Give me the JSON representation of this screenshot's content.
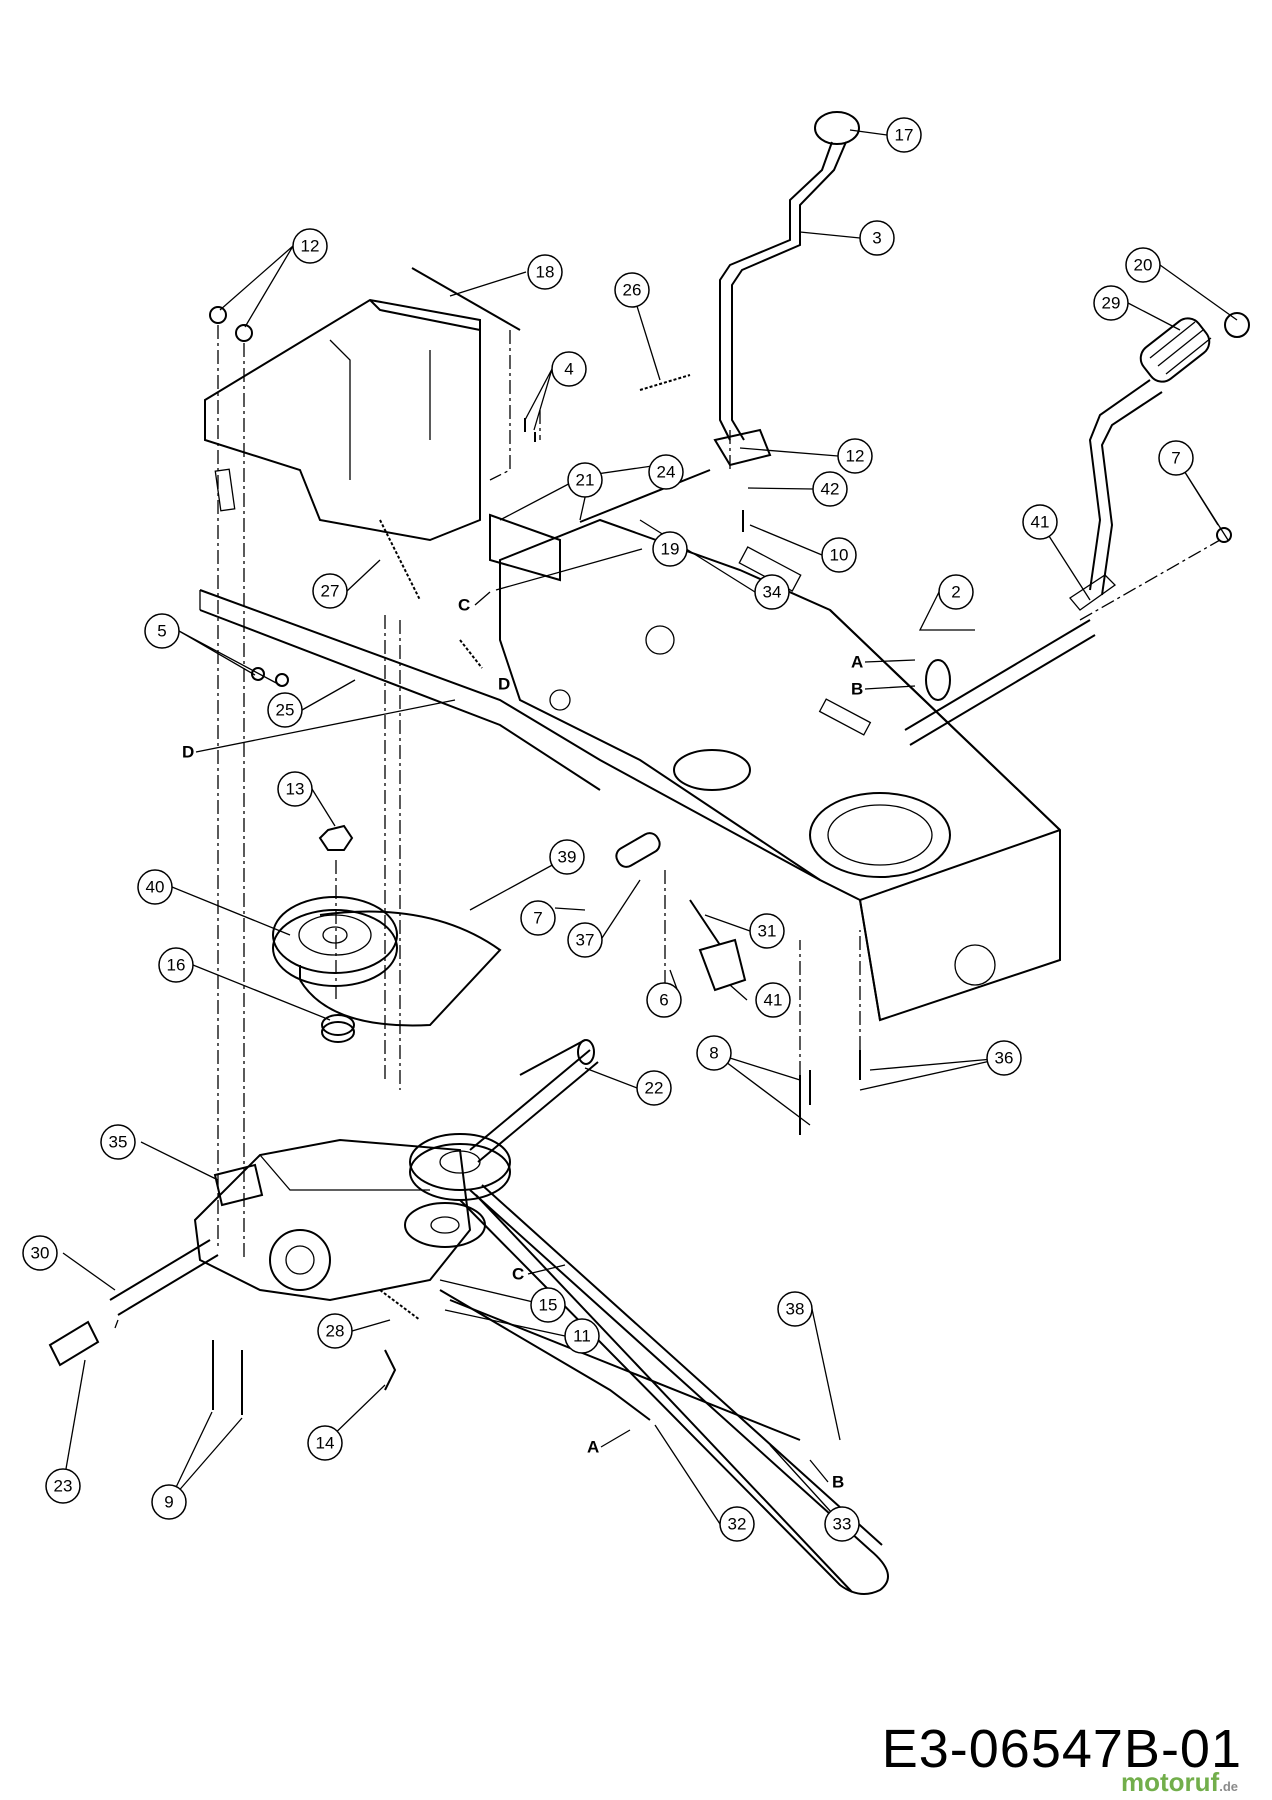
{
  "drawing_number": "E3-06547B-01",
  "watermark": {
    "text": "motoruf",
    "suffix": ".de"
  },
  "part_labels": [
    {
      "id": "12a",
      "text": "12"
    },
    {
      "id": "18",
      "text": "18"
    },
    {
      "id": "26",
      "text": "26"
    },
    {
      "id": "17",
      "text": "17"
    },
    {
      "id": "3",
      "text": "3"
    },
    {
      "id": "4",
      "text": "4"
    },
    {
      "id": "20",
      "text": "20"
    },
    {
      "id": "29",
      "text": "29"
    },
    {
      "id": "12b",
      "text": "12"
    },
    {
      "id": "24",
      "text": "24"
    },
    {
      "id": "21",
      "text": "21"
    },
    {
      "id": "42",
      "text": "42"
    },
    {
      "id": "7a",
      "text": "7"
    },
    {
      "id": "10",
      "text": "10"
    },
    {
      "id": "19",
      "text": "19"
    },
    {
      "id": "41a",
      "text": "41"
    },
    {
      "id": "27",
      "text": "27"
    },
    {
      "id": "34",
      "text": "34"
    },
    {
      "id": "2",
      "text": "2"
    },
    {
      "id": "5",
      "text": "5"
    },
    {
      "id": "25",
      "text": "25"
    },
    {
      "id": "13",
      "text": "13"
    },
    {
      "id": "39",
      "text": "39"
    },
    {
      "id": "40",
      "text": "40"
    },
    {
      "id": "7b",
      "text": "7"
    },
    {
      "id": "37",
      "text": "37"
    },
    {
      "id": "31",
      "text": "31"
    },
    {
      "id": "16",
      "text": "16"
    },
    {
      "id": "6",
      "text": "6"
    },
    {
      "id": "41b",
      "text": "41"
    },
    {
      "id": "8",
      "text": "8"
    },
    {
      "id": "36",
      "text": "36"
    },
    {
      "id": "22",
      "text": "22"
    },
    {
      "id": "35",
      "text": "35"
    },
    {
      "id": "30",
      "text": "30"
    },
    {
      "id": "15",
      "text": "15"
    },
    {
      "id": "28",
      "text": "28"
    },
    {
      "id": "11",
      "text": "11"
    },
    {
      "id": "38",
      "text": "38"
    },
    {
      "id": "23",
      "text": "23"
    },
    {
      "id": "14",
      "text": "14"
    },
    {
      "id": "9",
      "text": "9"
    },
    {
      "id": "32",
      "text": "32"
    },
    {
      "id": "33",
      "text": "33"
    }
  ],
  "connection_letters": [
    {
      "id": "C1",
      "text": "C"
    },
    {
      "id": "D1",
      "text": "D"
    },
    {
      "id": "D2",
      "text": "D"
    },
    {
      "id": "A1",
      "text": "A"
    },
    {
      "id": "B1",
      "text": "B"
    },
    {
      "id": "C2",
      "text": "C"
    },
    {
      "id": "A2",
      "text": "A"
    },
    {
      "id": "B2",
      "text": "B"
    }
  ]
}
